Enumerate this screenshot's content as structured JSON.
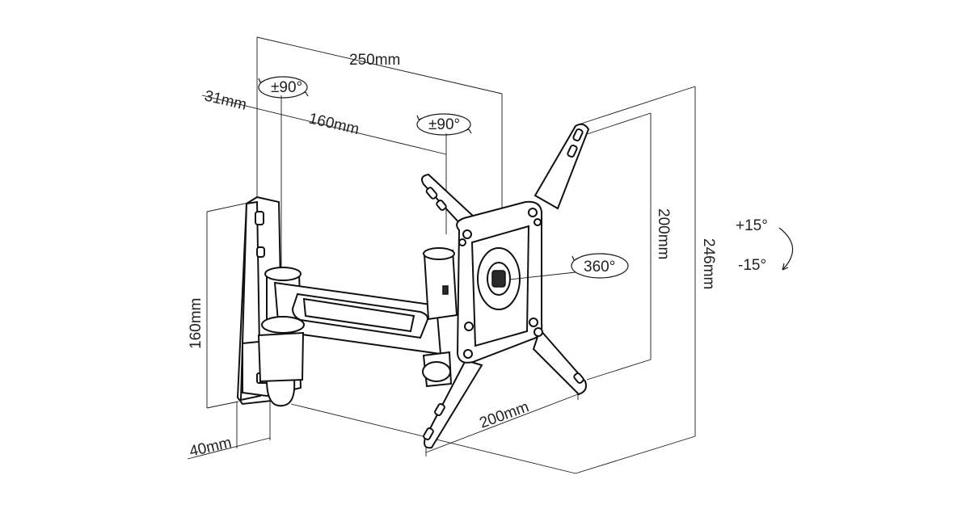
{
  "diagram": {
    "labels": {
      "width_total": "250mm",
      "arm_offset": "31mm",
      "arm_length": "160mm",
      "swivel_wall": "±90°",
      "swivel_head": "±90°",
      "rotation": "360°",
      "vesa_h": "200mm",
      "vesa_w": "200mm",
      "height_total": "246mm",
      "wall_plate_h": "160mm",
      "wall_plate_w": "40mm",
      "tilt_up": "+15°",
      "tilt_down": "-15°"
    },
    "colors": {
      "line": "#1a1a1a",
      "background": "#ffffff"
    }
  }
}
